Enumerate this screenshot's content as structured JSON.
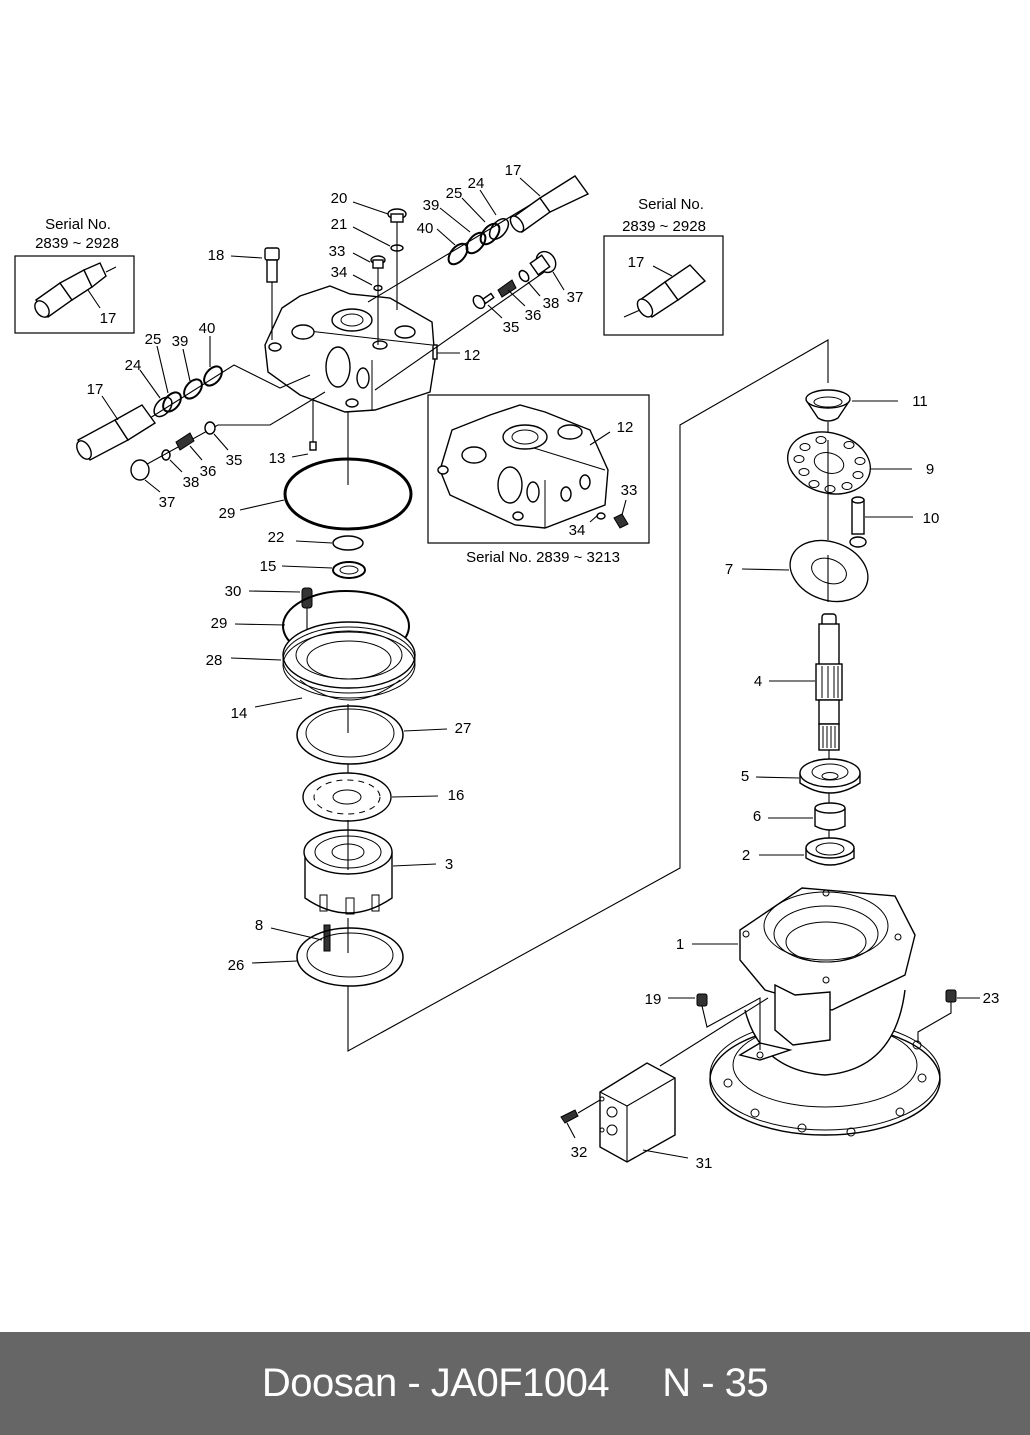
{
  "footer": {
    "brand": "Doosan",
    "separator": " - ",
    "part_number": "JA0F1004",
    "page_prefix": "N",
    "page_number": "35",
    "background_color": "#666666",
    "text_color": "#ffffff"
  },
  "insets": {
    "left": {
      "title_line1": "Serial No.",
      "title_line2": "2839 ~ 2928",
      "part_label": "17"
    },
    "right": {
      "title_line1": "Serial No.",
      "title_line2": "2839 ~ 2928",
      "part_label": "17"
    },
    "center": {
      "caption": "Serial No. 2839 ~ 3213",
      "labels": [
        "12",
        "33",
        "34"
      ]
    }
  },
  "callouts": {
    "c20": "20",
    "c21": "21",
    "c33": "33",
    "c34": "34",
    "c18": "18",
    "c39a": "39",
    "c25a": "25",
    "c24a": "24",
    "c17a": "17",
    "c40a": "40",
    "c37a": "37",
    "c38a": "38",
    "c36a": "36",
    "c35a": "35",
    "c12": "12",
    "c25b": "25",
    "c39b": "39",
    "c40b": "40",
    "c24b": "24",
    "c17b": "17",
    "c35b": "35",
    "c36b": "36",
    "c38b": "38",
    "c37b": "37",
    "c13": "13",
    "c29a": "29",
    "c22": "22",
    "c15": "15",
    "c30": "30",
    "c29b": "29",
    "c28": "28",
    "c14": "14",
    "c27": "27",
    "c16": "16",
    "c3": "3",
    "c8": "8",
    "c26": "26",
    "c11": "11",
    "c9": "9",
    "c10": "10",
    "c7": "7",
    "c4": "4",
    "c5": "5",
    "c6": "6",
    "c2": "2",
    "c1": "1",
    "c19": "19",
    "c23": "23",
    "c32": "32",
    "c31": "31"
  }
}
